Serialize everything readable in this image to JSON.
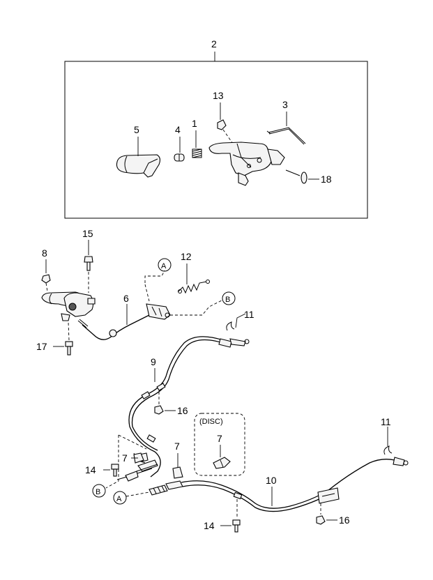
{
  "callouts": {
    "c1": "1",
    "c2": "2",
    "c3": "3",
    "c4": "4",
    "c5": "5",
    "c6": "6",
    "c7a": "7",
    "c7b": "7",
    "c7c": "7",
    "c8": "8",
    "c9": "9",
    "c10": "10",
    "c11a": "11",
    "c11b": "11",
    "c12": "12",
    "c13": "13",
    "c14a": "14",
    "c14b": "14",
    "c15": "15",
    "c16a": "16",
    "c16b": "16",
    "c17": "17",
    "c18": "18"
  },
  "markers": {
    "a_top": "A",
    "b_top": "B",
    "a_bottom": "A",
    "b_bottom": "B"
  },
  "disc_label": "(DISC)"
}
